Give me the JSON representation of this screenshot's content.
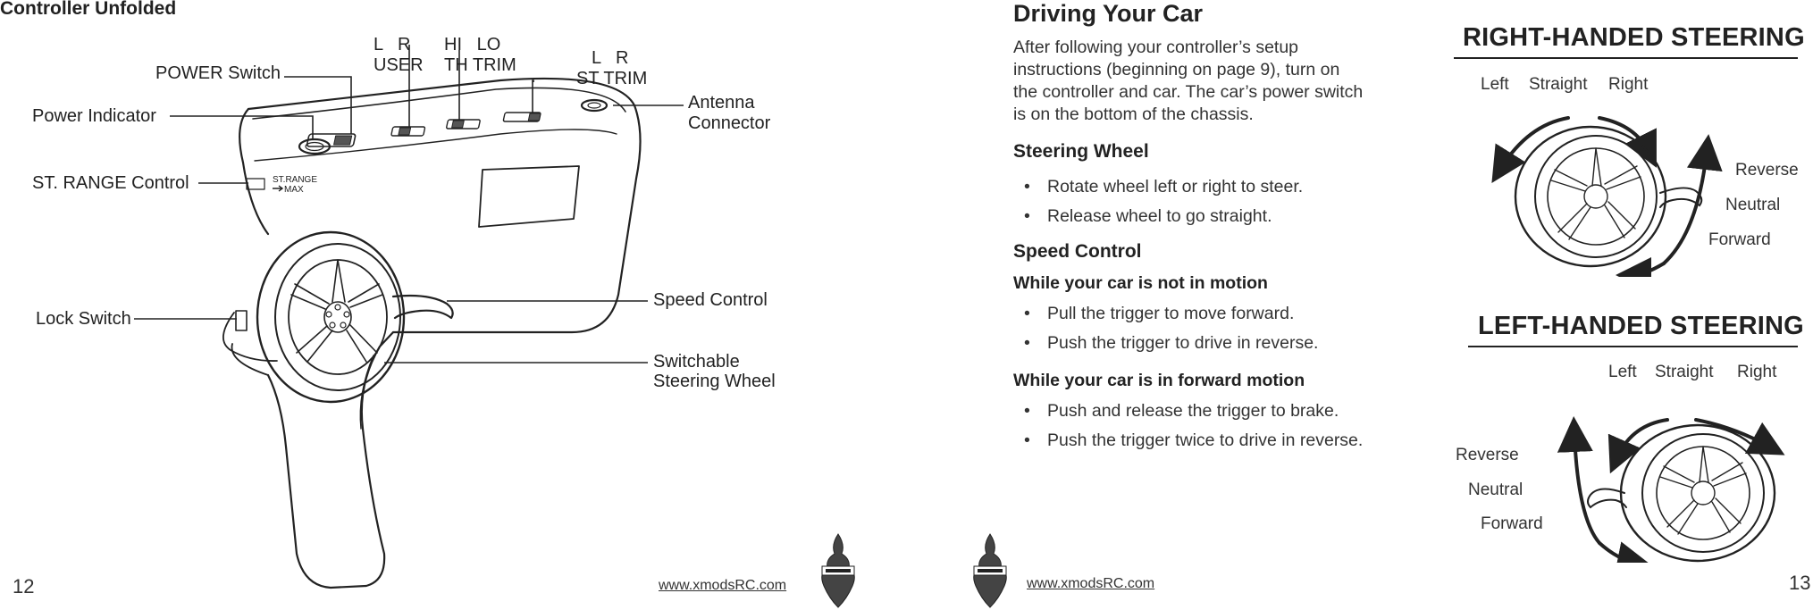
{
  "left_page": {
    "title": "Controller Unfolded",
    "labels": {
      "power_switch": "POWER Switch",
      "power_indicator": "Power Indicator",
      "st_range": "ST. RANGE Control",
      "lock_switch": "Lock Switch",
      "user_lr": "L   R",
      "user": "USER",
      "th_hilo": "HI   LO",
      "th_trim": "TH TRIM",
      "st_lr": "L   R",
      "st_trim": "ST TRIM",
      "antenna_1": "Antenna",
      "antenna_2": "Connector",
      "speed_control": "Speed Control",
      "switchable_1": "Switchable",
      "switchable_2": "Steering Wheel",
      "body_st_range": "ST.RANGE",
      "body_max": "MAX"
    },
    "page_number": "12",
    "url": "www.xmodsRC.com"
  },
  "right_page": {
    "title": "Driving Your Car",
    "intro": [
      "After following your controller’s setup",
      "instructions (beginning on page 9), turn on",
      "the controller and car. The car’s power switch",
      "is on the bottom of the chassis."
    ],
    "steering_heading": "Steering Wheel",
    "steering_bullets": [
      "Rotate wheel left or right to steer.",
      "Release wheel to go straight."
    ],
    "speed_heading": "Speed Control",
    "not_moving_heading": "While your car is not in motion",
    "not_moving_bullets": [
      "Pull the trigger to move forward.",
      "Push the trigger to drive in reverse."
    ],
    "forward_heading": "While your car is in forward motion",
    "forward_bullets": [
      "Push and release the trigger to brake.",
      "Push the trigger twice to drive in reverse."
    ],
    "right_handed": {
      "heading": "RIGHT-HANDED STEERING",
      "left": "Left",
      "straight": "Straight",
      "right": "Right",
      "reverse": "Reverse",
      "neutral": "Neutral",
      "forward": "Forward"
    },
    "left_handed": {
      "heading": "LEFT-HANDED STEERING",
      "left": "Left",
      "straight": "Straight",
      "right": "Right",
      "reverse": "Reverse",
      "neutral": "Neutral",
      "forward": "Forward"
    },
    "page_number": "13",
    "url": "www.xmodsRC.com"
  },
  "colors": {
    "ink": "#222222",
    "text": "#333333",
    "background": "#ffffff"
  }
}
